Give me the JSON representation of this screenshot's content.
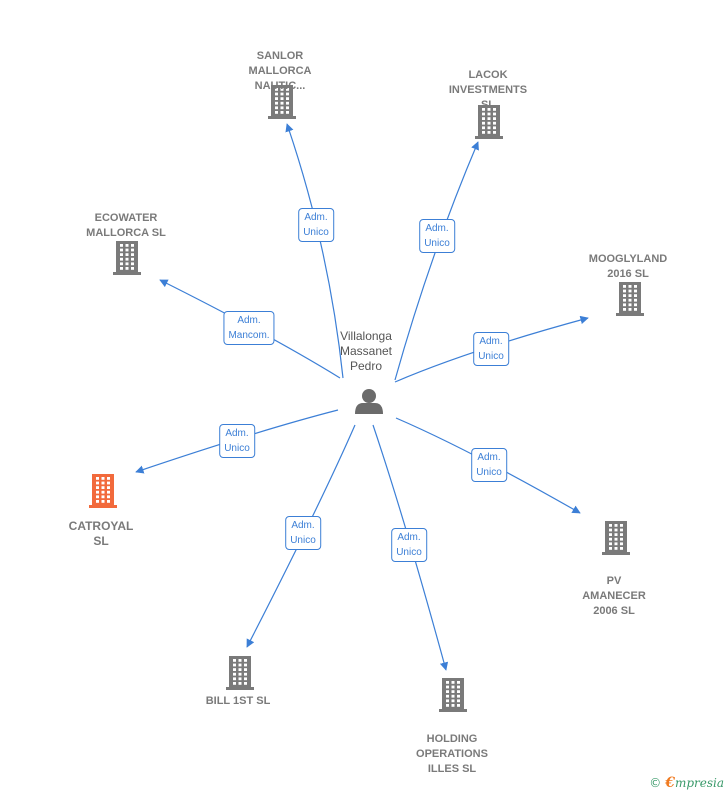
{
  "center": {
    "name": "Villalonga\nMassanet\nPedro",
    "icon": "person-icon"
  },
  "colors": {
    "edge": "#3c7fd6",
    "building": "#7a7a7a",
    "highlight": "#f26a3c"
  },
  "nodes": [
    {
      "id": "sanlor",
      "label": "SANLOR\nMALLORCA\nNAUTIC...",
      "highlight": false,
      "icon": "building-icon"
    },
    {
      "id": "lacok",
      "label": "LACOK\nINVESTMENTS\nSL",
      "highlight": false,
      "icon": "building-icon"
    },
    {
      "id": "ecowater",
      "label": "ECOWATER\nMALLORCA  SL",
      "highlight": false,
      "icon": "building-icon"
    },
    {
      "id": "mooglyland",
      "label": "MOOGLYLAND\n2016  SL",
      "highlight": false,
      "icon": "building-icon"
    },
    {
      "id": "catroyal",
      "label": "CATROYAL\nSL",
      "highlight": true,
      "icon": "building-icon"
    },
    {
      "id": "pv",
      "label": "PV\nAMANECER\n2006 SL",
      "highlight": false,
      "icon": "building-icon"
    },
    {
      "id": "bill",
      "label": "BILL 1ST SL",
      "highlight": false,
      "icon": "building-icon"
    },
    {
      "id": "holding",
      "label": "HOLDING\nOPERATIONS\nILLES SL",
      "highlight": false,
      "icon": "building-icon"
    }
  ],
  "edges": [
    {
      "to": "sanlor",
      "label": "Adm.\nUnico"
    },
    {
      "to": "lacok",
      "label": "Adm.\nUnico"
    },
    {
      "to": "ecowater",
      "label": "Adm.\nMancom."
    },
    {
      "to": "mooglyland",
      "label": "Adm.\nUnico"
    },
    {
      "to": "catroyal",
      "label": "Adm.\nUnico"
    },
    {
      "to": "pv",
      "label": "Adm.\nUnico"
    },
    {
      "to": "bill",
      "label": "Adm.\nUnico"
    },
    {
      "to": "holding",
      "label": "Adm.\nUnico"
    }
  ],
  "footer": {
    "copyright": "©",
    "brand_first": "€",
    "brand_rest": "mpresia"
  }
}
